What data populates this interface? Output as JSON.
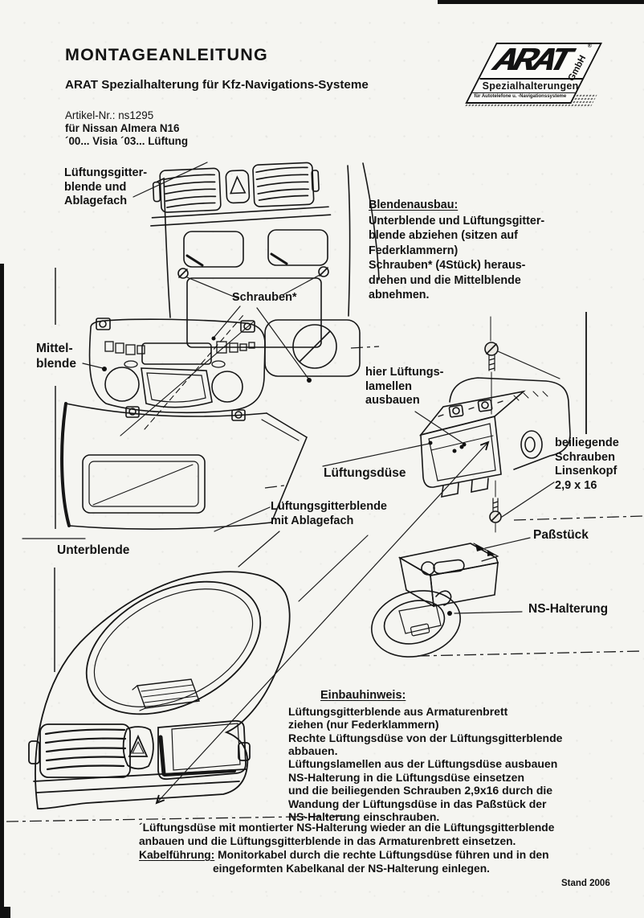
{
  "document": {
    "title": "MONTAGEANLEITUNG",
    "subtitle": "ARAT Spezialhalterung für Kfz-Navigations-Systeme",
    "article_number": "Artikel-Nr.: ns1295",
    "vehicle": "für Nissan Almera N16",
    "model_years": "´00... Visia ´03... Lüftung",
    "revision": "Stand 2006"
  },
  "logo": {
    "name": "ARAT",
    "suffix": "GmbH",
    "registered_mark": "®",
    "tagline": "Spezialhalterungen",
    "subtagline": "für Autotelefone u. -Navigationssysteme"
  },
  "section_blendenausbau": {
    "heading": "Blendenausbau:",
    "body": "Unterblende und Lüftungsgitter-\nblende abziehen (sitzen auf\nFederklammern)\nSchrauben* (4Stück) heraus-\ndrehen und die Mittelblende\nabnehmen."
  },
  "section_einbauhinweis": {
    "heading": "Einbauhinweis:",
    "body": "Lüftungsgitterblende aus Armaturenbrett\nziehen (nur Federklammern)\nRechte Lüftungsdüse von der Lüftungsgitterblende\nabbauen.\nLüftungslamellen aus der Lüftungsdüse ausbauen\nNS-Halterung in die Lüftungsdüse einsetzen\nund die beiliegenden Schrauben 2,9x16 durch die\nWandung der Lüftungsdüse in das Paßstück der\nNS-Halterung einschrauben."
  },
  "footer": {
    "line1": "´Lüftungsdüse mit montierter NS-Halterung wieder an die Lüftungsgitterblende",
    "line2": "anbauen und die Lüftungsgitterblende in das Armaturenbrett einsetzen.",
    "kabelfuehrung_label": "Kabelführung:",
    "kabelfuehrung_text": " Monitorkabel durch die rechte Lüftungsdüse führen und in den",
    "line4": "eingeformten Kabelkanal der NS-Halterung einlegen."
  },
  "callouts": {
    "top_vent_panel": "Lüftungsgitter-\nblende und\nAblagefach",
    "screws": "Schrauben*",
    "center_panel": "Mittel-\nblende",
    "lower_panel": "Unterblende",
    "vent_panel_storage": "Lüftungsgitterblende\nmit Ablagefach",
    "remove_louvers": "hier Lüftungs-\nlamellen\nausbauen",
    "vent_nozzle": "Lüftungsdüse",
    "included_screws": "beiliegende\nSchrauben\nLinsenkopf\n2,9 x 16",
    "adapter": "Paßstück",
    "ns_mount": "NS-Halterung"
  }
}
